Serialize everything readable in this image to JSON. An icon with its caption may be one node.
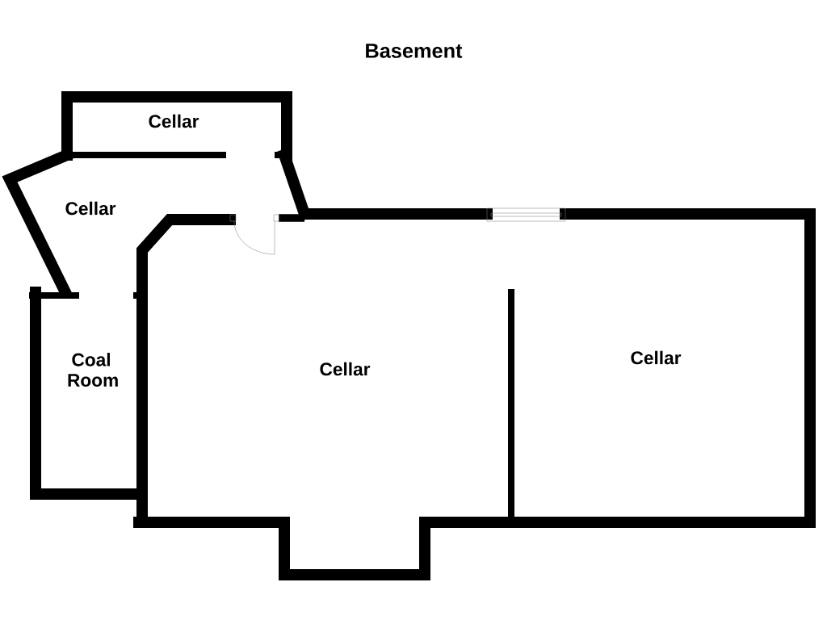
{
  "diagram": {
    "title": "Basement",
    "labels": [
      "Cellar",
      "Cellar",
      "Coal Room",
      "Cellar",
      "Cellar"
    ]
  }
}
